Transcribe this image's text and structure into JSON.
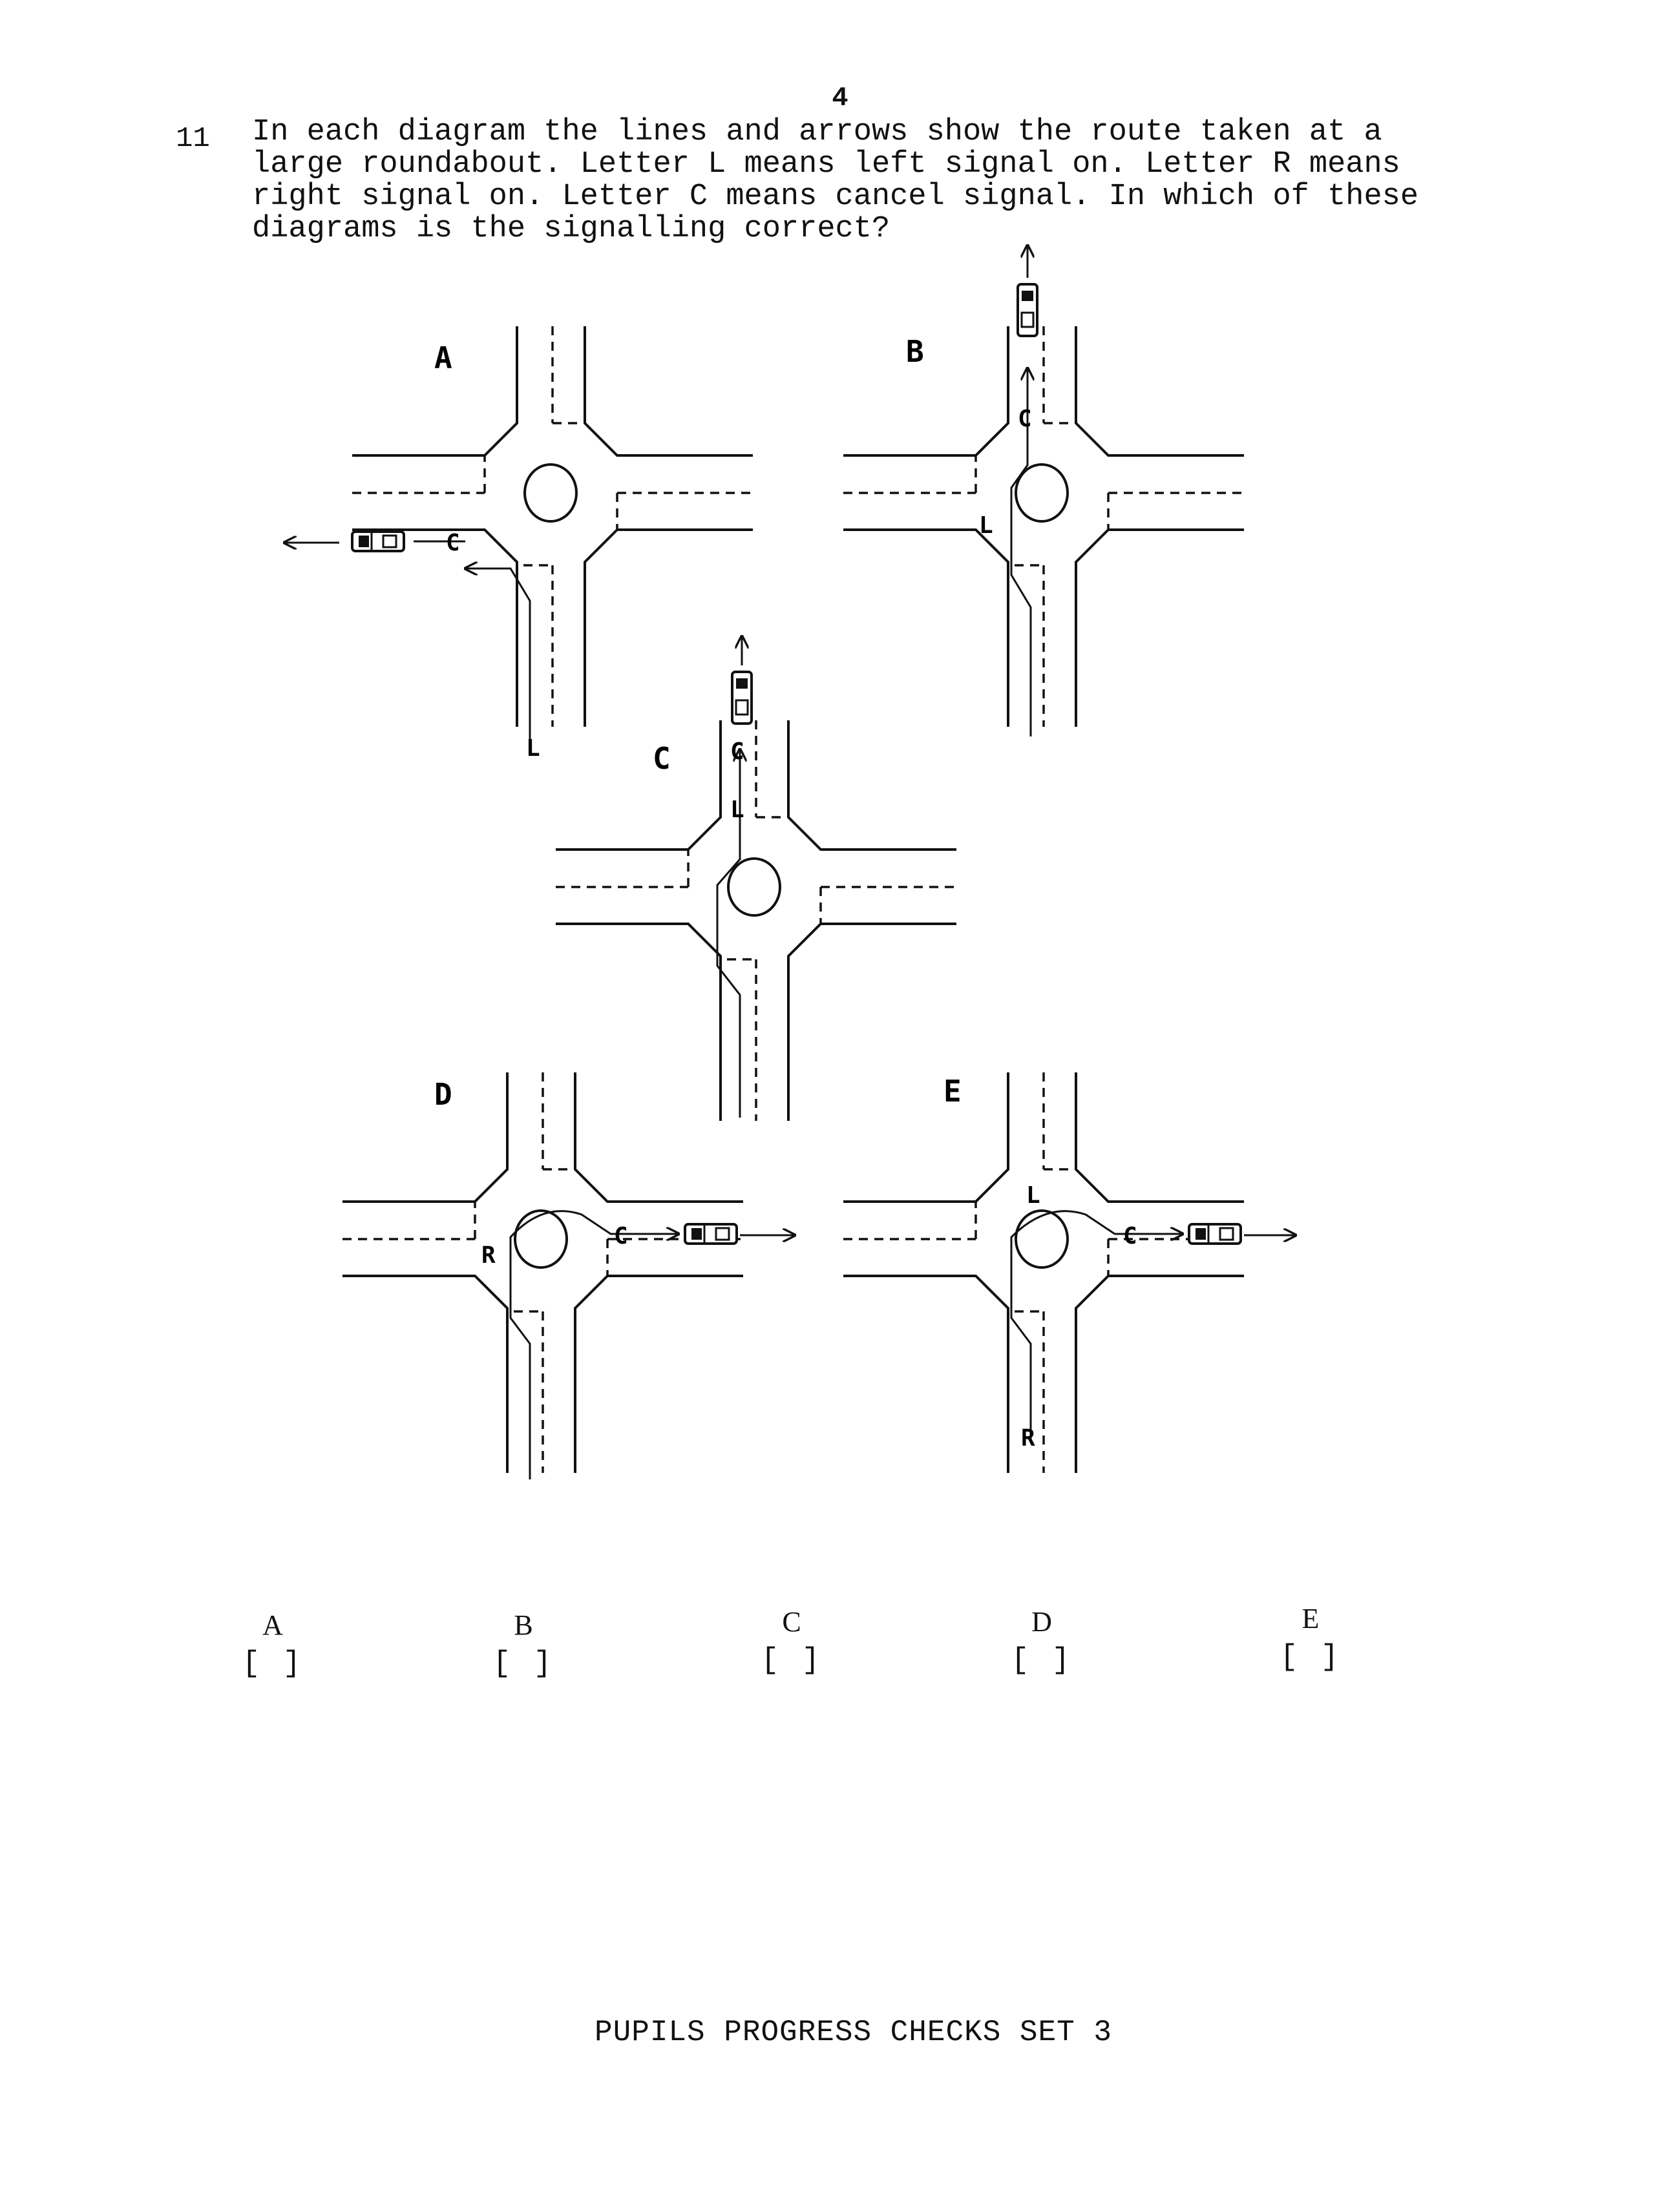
{
  "page_number": "4",
  "question": {
    "number": "11",
    "text": "In each diagram the lines and arrows show the route taken at a\nlarge roundabout.  Letter L means left signal on.  Letter R means\nright signal on.  Letter C means cancel signal.  In which of these\ndiagrams is the signalling correct?"
  },
  "diagrams": [
    {
      "letter": "A",
      "signals": [
        "L",
        "C"
      ]
    },
    {
      "letter": "B",
      "signals": [
        "L",
        "C"
      ]
    },
    {
      "letter": "C",
      "signals": [
        "L",
        "C"
      ]
    },
    {
      "letter": "D",
      "signals": [
        "R",
        "C"
      ]
    },
    {
      "letter": "E",
      "signals": [
        "R",
        "L",
        "C"
      ]
    }
  ],
  "answer_options": [
    {
      "label": "A",
      "box": "[ ]"
    },
    {
      "label": "B",
      "box": "[ ]"
    },
    {
      "label": "C",
      "box": "[ ]"
    },
    {
      "label": "D",
      "box": "[ ]"
    },
    {
      "label": "E",
      "box": "[ ]"
    }
  ],
  "footer": "PUPILS PROGRESS CHECKS SET 3"
}
